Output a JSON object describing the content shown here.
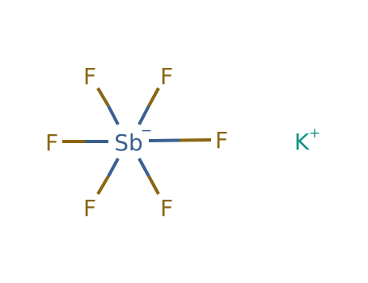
{
  "molecule": {
    "central_atom": {
      "symbol": "Sb",
      "charge": "−",
      "color": "#3c6190"
    },
    "ligands": [
      {
        "symbol": "F",
        "color": "#8b6614"
      },
      {
        "symbol": "F",
        "color": "#8b6614"
      },
      {
        "symbol": "F",
        "color": "#8b6614"
      },
      {
        "symbol": "F",
        "color": "#8b6614"
      },
      {
        "symbol": "F",
        "color": "#8b6614"
      },
      {
        "symbol": "F",
        "color": "#8b6614"
      }
    ],
    "counter_ion": {
      "symbol": "K",
      "charge": "+",
      "color": "#0f9488"
    }
  }
}
